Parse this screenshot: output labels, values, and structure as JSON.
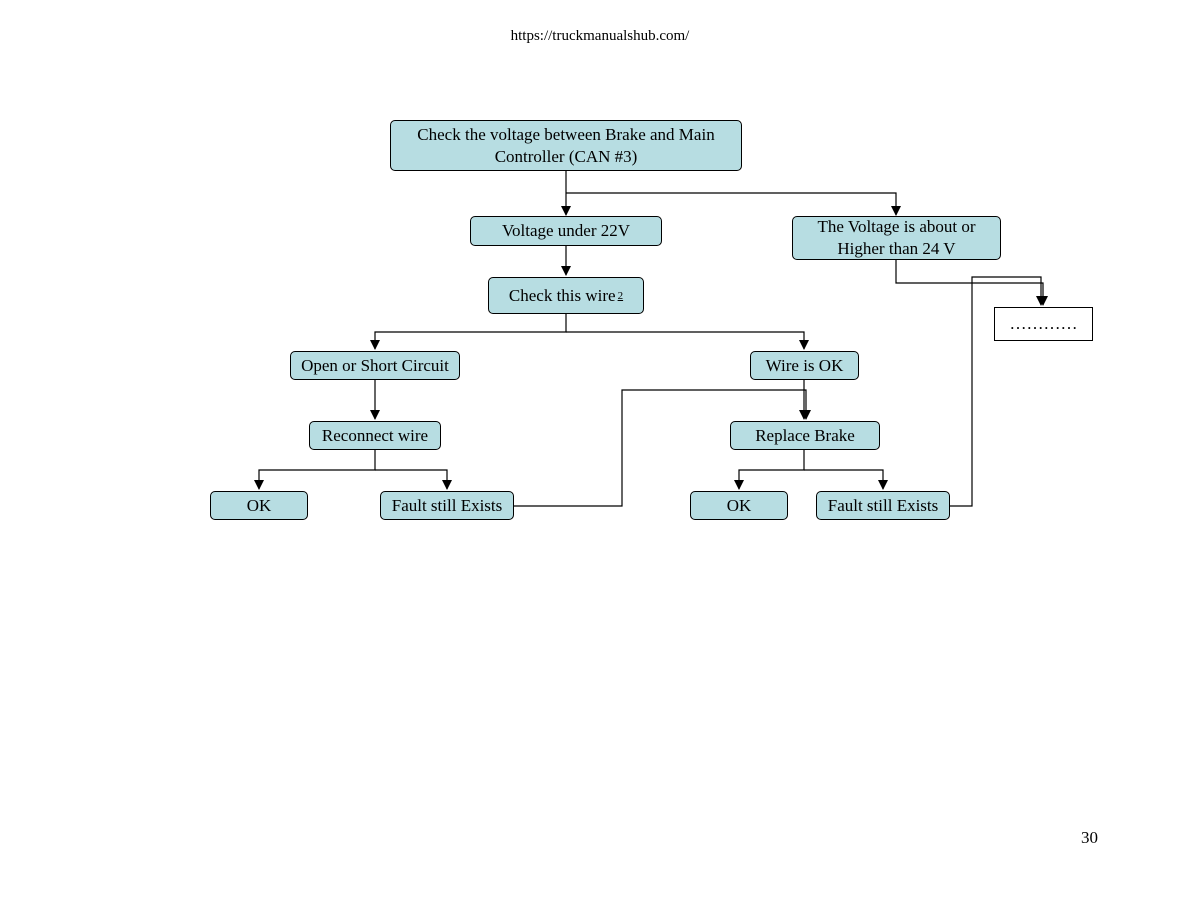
{
  "page": {
    "url": "https://truckmanualshub.com/",
    "number": "30"
  },
  "flowchart": {
    "start": {
      "line1": "Check the voltage between Brake and Main",
      "line2": "Controller (CAN #3)"
    },
    "voltage_low": "Voltage under 22V",
    "voltage_high": {
      "line1": "The Voltage is about or",
      "line2": "Higher than 24 V"
    },
    "check_wire": {
      "text": "Check this wire",
      "note": "2"
    },
    "open_short": "Open or Short Circuit",
    "wire_ok": "Wire is OK",
    "reconnect": "Reconnect wire",
    "replace_brake": "Replace Brake",
    "left_ok": "OK",
    "left_fault": "Fault still Exists",
    "right_ok": "OK",
    "right_fault": "Fault still Exists",
    "continuation": "…………"
  }
}
